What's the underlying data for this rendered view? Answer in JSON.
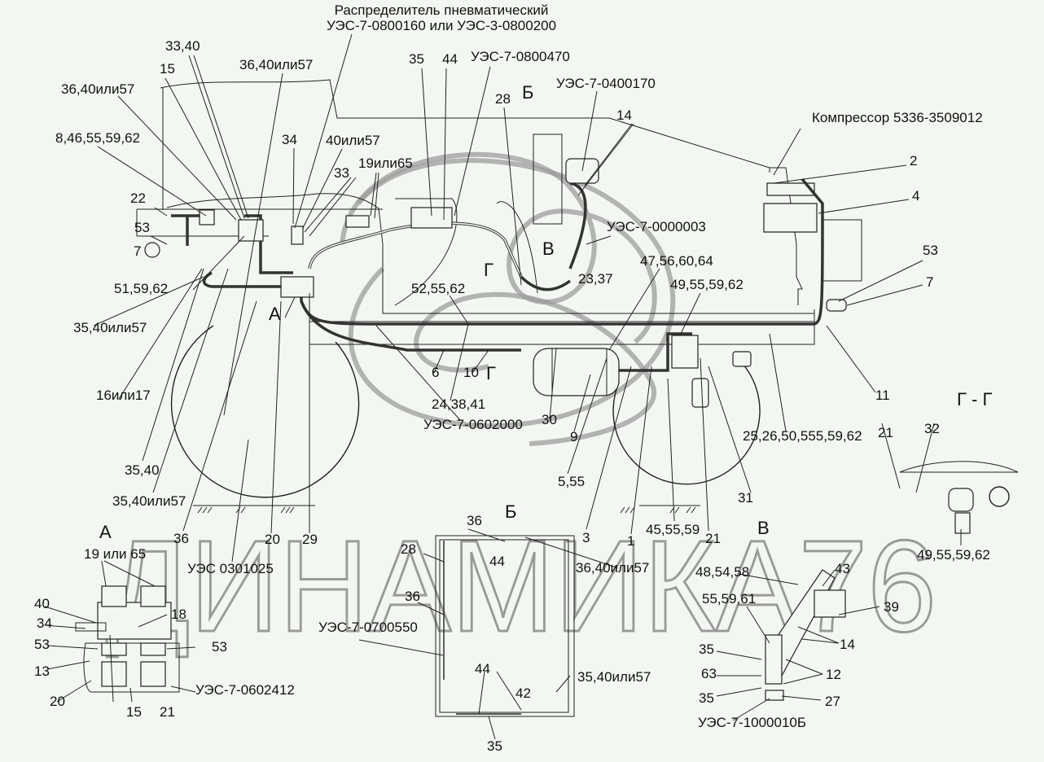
{
  "watermark": "ДИНАМИКА76",
  "colors": {
    "background": "#f3f7f1",
    "ink": "#111111",
    "watermark": "#9a9a9a"
  },
  "labels": [
    "Распределитель пневматический",
    "УЭС-7-0800160 или УЭС-3-0800200",
    "33,40",
    "15",
    "36,40или57",
    "36,40или57",
    "35",
    "44",
    "УЭС-7-0800470",
    "Б",
    "УЭС-7-0400170",
    "28",
    "14",
    "Компрессор 5336-3509012",
    "8,46,55,59,62",
    "34",
    "40или57",
    "19или65",
    "33",
    "2",
    "22",
    "4",
    "УЭС-7-0000003",
    "53",
    "7",
    "В",
    "47,56,60,64",
    "53",
    "Г",
    "23,37",
    "51,59,62",
    "52,55,62",
    "49,55,59,62",
    "7",
    "А",
    "35,40или57",
    "6",
    "10",
    "Г",
    "24,38,41",
    "16или17",
    "УЭС-7-0602000",
    "30",
    "9",
    "11",
    "Г - Г",
    "25,26,50,555,59,62",
    "21",
    "32",
    "35,40",
    "5,55",
    "35,40или57",
    "31",
    "А",
    "Б",
    "36",
    "36",
    "20",
    "29",
    "3",
    "1",
    "45,55,59",
    "21",
    "В",
    "19 или 65",
    "28",
    "44",
    "36,40или57",
    "49,55,59,62",
    "УЭС 0301025",
    "48,54,58",
    "43",
    "40",
    "36",
    "55,59,61",
    "18",
    "34",
    "39",
    "УЭС-7-0700550",
    "53",
    "53",
    "14",
    "35",
    "44",
    "13",
    "63",
    "12",
    "42",
    "35,40или57",
    "УЭС-7-0602412",
    "20",
    "35",
    "27",
    "15",
    "21",
    "УЭС-7-1000010Б",
    "35"
  ]
}
